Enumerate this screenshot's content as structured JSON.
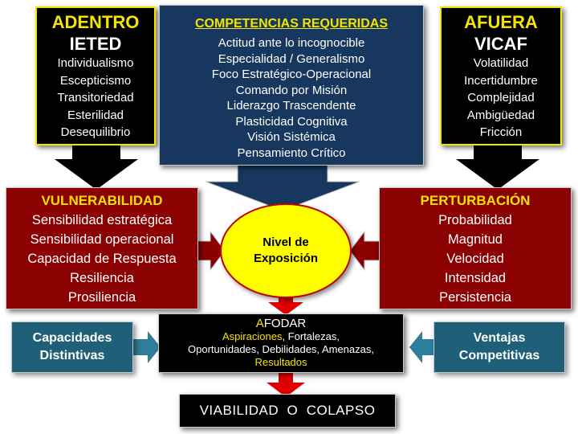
{
  "adentro": {
    "title1": "ADENTRO",
    "title2": "IETED",
    "items": [
      "Individualismo",
      "Escepticismo",
      "Transitoriedad",
      "Esterilidad",
      "Desequilibrio"
    ]
  },
  "competencias": {
    "title": "COMPETENCIAS REQUERIDAS",
    "items": [
      "Actitud ante lo incognocible",
      "Especialidad / Generalismo",
      "Foco Estratégico-Operacional",
      "Comando por Misión",
      "Liderazgo Trascendente",
      "Plasticidad Cognitiva",
      "Visión Sistémica",
      "Pensamiento Crítico"
    ]
  },
  "afuera": {
    "title1": "AFUERA",
    "title2": "VICAF",
    "items": [
      "Volatilidad",
      "Incertidumbre",
      "Complejidad",
      "Ambigüedad",
      "Fricción"
    ]
  },
  "vulnerabilidad": {
    "title": "VULNERABILIDAD",
    "items": [
      "Sensibilidad estratégica",
      "Sensibilidad operacional",
      "Capacidad de Respuesta",
      "Resiliencia",
      "Prosiliencia"
    ]
  },
  "perturbacion": {
    "title": "PERTURBACIÓN",
    "items": [
      "Probabilidad",
      "Magnitud",
      "Velocidad",
      "Intensidad",
      "Persistencia"
    ]
  },
  "nivel": {
    "line1": "Nivel de",
    "line2": "Exposición"
  },
  "afodar": {
    "title_first_letter": "A",
    "title_rest": "FODAR",
    "aspiraciones": "Aspiraciones",
    "fortalezas": ", Fortalezas,",
    "line2": "Oportunidades, Debilidades, Amenazas,",
    "resultados": "Resultados"
  },
  "capacidades": {
    "line1": "Capacidades",
    "line2": "Distintivas"
  },
  "ventajas": {
    "line1": "Ventajas",
    "line2": "Competitivas"
  },
  "viabilidad": {
    "label": "VIABILIDAD  O  COLAPSO"
  },
  "colors": {
    "yellow": "#f5e400",
    "black": "#000000",
    "navy": "#17375e",
    "dark_red": "#8b0000",
    "bright_red": "#e00000",
    "teal": "#1f5f78",
    "teal_arrow": "#2e7d9a",
    "ellipse_fill": "#ffff00"
  }
}
